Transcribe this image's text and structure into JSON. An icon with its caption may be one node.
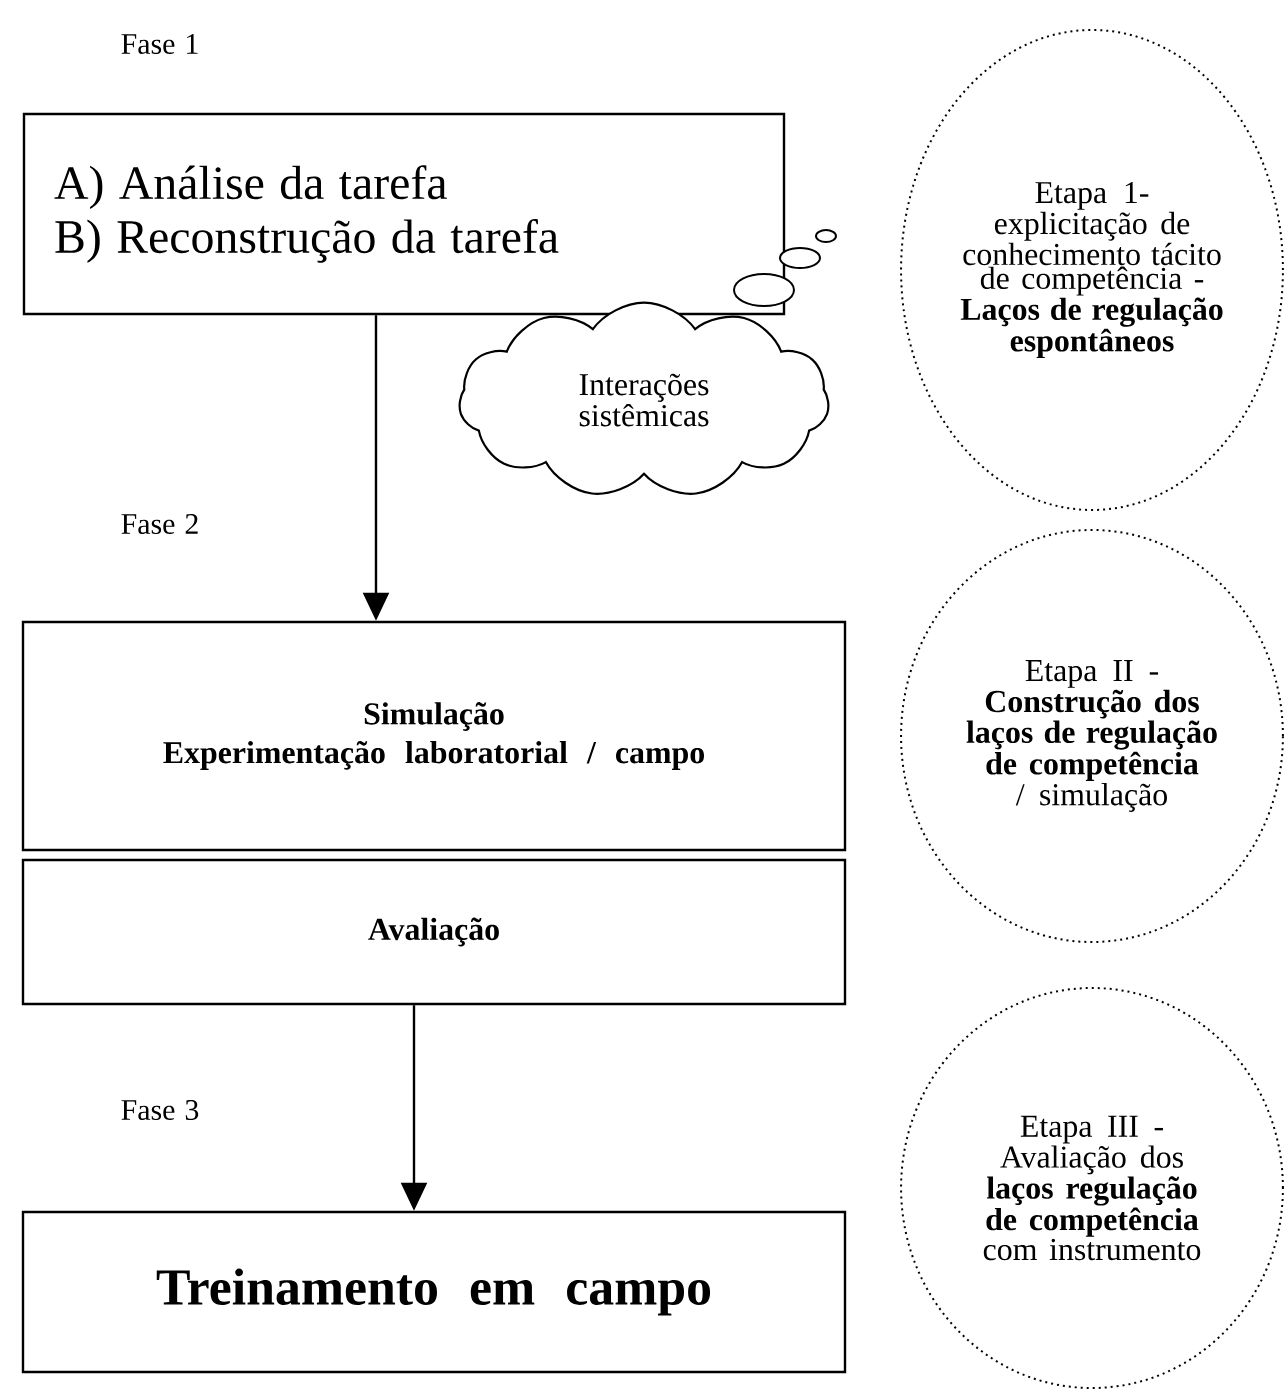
{
  "diagram": {
    "nodes": [
      {
        "text": [
          "A) Análise da tarefa",
          "B) Reconstrução da tarefa"
        ],
        "beside": [
          "Fase 1"
        ]
      },
      {
        "text": [
          "Etapa 1- explicitação de conhecimento tácito de competência - **Laços de regulação espontâneos**"
        ]
      },
      {
        "text": [
          "Interações sistêmicas"
        ]
      },
      {
        "text": [
          "Simulação",
          "Experimentação laboratorial / campo"
        ],
        "beside": [
          "Fase 2"
        ]
      },
      {
        "text": [
          "Etapa II - **Construção dos laços de regulação de competência** / simulação"
        ]
      },
      {
        "text": [
          "Avaliação"
        ]
      },
      {
        "text": [
          "Etapa III - Avaliação dos **laços regulação de competência** com instrumento"
        ]
      },
      {
        "text": [
          "Treinamento em campo"
        ],
        "beside": [
          "Fase 3"
        ]
      }
    ],
    "edges": [
      {
        "from": 0,
        "to": 3,
        "arrow": "to"
      },
      {
        "from": 5,
        "to": 7,
        "arrow": "to"
      }
    ]
  }
}
